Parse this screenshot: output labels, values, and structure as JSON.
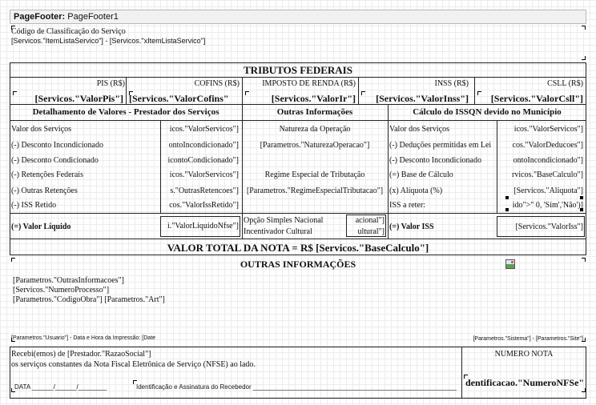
{
  "band": {
    "title_bold": "PageFooter:",
    "title_name": "PageFooter1"
  },
  "servico": {
    "label": "Código de Classificação do Serviço",
    "expr": "[Servicos.\"ItemListaServico\"] - [Servicos.\"xItemListaServico\"]"
  },
  "tributos": {
    "title": "TRIBUTOS FEDERAIS",
    "cols": [
      {
        "label": "PIS (R$)",
        "value": "[Servicos.\"ValorPis\"]"
      },
      {
        "label": "COFINS (R$)",
        "value": "[Servicos.\"ValorCofins\""
      },
      {
        "label": "IMPOSTO DE RENDA (R$)",
        "value": "[Servicos.\"ValorIr\"]"
      },
      {
        "label": "INSS (R$)",
        "value": "[Servicos.\"ValorInss\"]"
      },
      {
        "label": "CSLL (R$)",
        "value": "[Servicos.\"ValorCsll\"]"
      }
    ]
  },
  "detalhamento": {
    "title": "Detalhamento de Valores - Prestador dos Serviços",
    "rows": [
      {
        "label": "Valor dos Serviços",
        "value": "icos.\"ValorServicos\"]"
      },
      {
        "label": "(-) Desconto Incondicionado",
        "value": "ontoIncondicionado\"]"
      },
      {
        "label": "(-) Desconto Condicionado",
        "value": "icontoCondicionado\"]"
      },
      {
        "label": "(-) Retenções Federais",
        "value": "icos.\"ValorServicos\"]"
      },
      {
        "label": "(-) Outras Retenções",
        "value": "s.\"OutrasRetencoes\"]"
      },
      {
        "label": "(-) ISS Retido",
        "value": "cos.\"ValorIssRetido\"]"
      }
    ],
    "liquido_label": "(=) Valor Líquido",
    "liquido_value": "i.\"ValorLiquidoNfse\"]"
  },
  "outras_info_col": {
    "title": "Outras Informações",
    "natureza_label": "Natureza da Operação",
    "natureza_value": "[Parametros.\"NaturezaOperacao\"]",
    "regime_label": "Regime Especial de Tributação",
    "regime_value": "[Parametros.\"RegimeEspecialTributacao\"]",
    "simples_label": "Opção Simples Nacional",
    "simples_value": "acional\"]",
    "incentivador_label": "Incentivador Cultural",
    "incentivador_value": "ultural\"]"
  },
  "calculo": {
    "title": "Cálculo do ISSQN devido no Município",
    "rows": [
      {
        "label": "Valor dos Serviços",
        "value": "icos.\"ValorServicos\"]"
      },
      {
        "label": "(-) Deduções permitidas em Lei",
        "value": "cos.\"ValorDeducoes\"]"
      },
      {
        "label": "(-) Desconto Incondicionado",
        "value": "ontoIncondicionado\"]"
      },
      {
        "label": "(=) Base de Cálculo",
        "value": "rvicos.\"BaseCalculo\"]"
      },
      {
        "label": "(x) Alíquota (%)",
        "value": "[Servicos.\"Aliquota\"]"
      },
      {
        "label": "ISS a reter:",
        "value": "ido\">\" 0, 'Sim','Não')]"
      }
    ],
    "iss_label": "(=) Valor ISS",
    "iss_value": "[Servicos.\"ValorIss\"]"
  },
  "total": {
    "label": "VALOR TOTAL DA NOTA = R$ [Servicos.\"BaseCalculo\"]"
  },
  "outras_informacoes": {
    "title": "OUTRAS INFORMAÇÕES",
    "lines": [
      "[Parametros.\"OutrasInformacoes\"]",
      "[Servicos.\"NumeroProcesso\"]",
      "[Parametros.\"CodigoObra\"] [Parametros.\"Art\"]"
    ],
    "usuario": "[Parametros.\"Usuario\"] - Data e Hora da Impressão: [Date",
    "sistema": "[Parametros.\"Sistema\"] - [Parametros.\"Site\"]"
  },
  "recibo": {
    "line1": "Recebi(emos) de [Prestador.\"RazaoSocial\"]",
    "line2": "os serviços constantes da Nota Fiscal Eletrônica de Serviço (NFSE) ao lado.",
    "data_label": "DATA ______/______/________",
    "assinatura_label": "Identificação e Assinatura do Recebedor ___________________________________________________________________",
    "numero_label": "NÚMERO NOTA",
    "numero_value": "dentificacao.\"NumeroNFSe\""
  }
}
